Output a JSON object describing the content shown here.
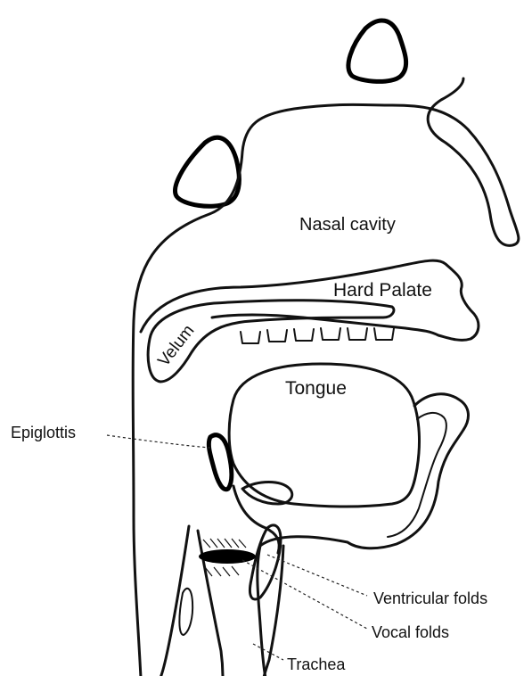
{
  "labels": {
    "nasal_cavity": "Nasal cavity",
    "hard_palate": "Hard Palate",
    "velum": "Velum",
    "tongue": "Tongue",
    "epiglottis": "Epiglottis",
    "ventricular_folds": "Ventricular folds",
    "vocal_folds": "Vocal folds",
    "trachea": "Trachea"
  }
}
